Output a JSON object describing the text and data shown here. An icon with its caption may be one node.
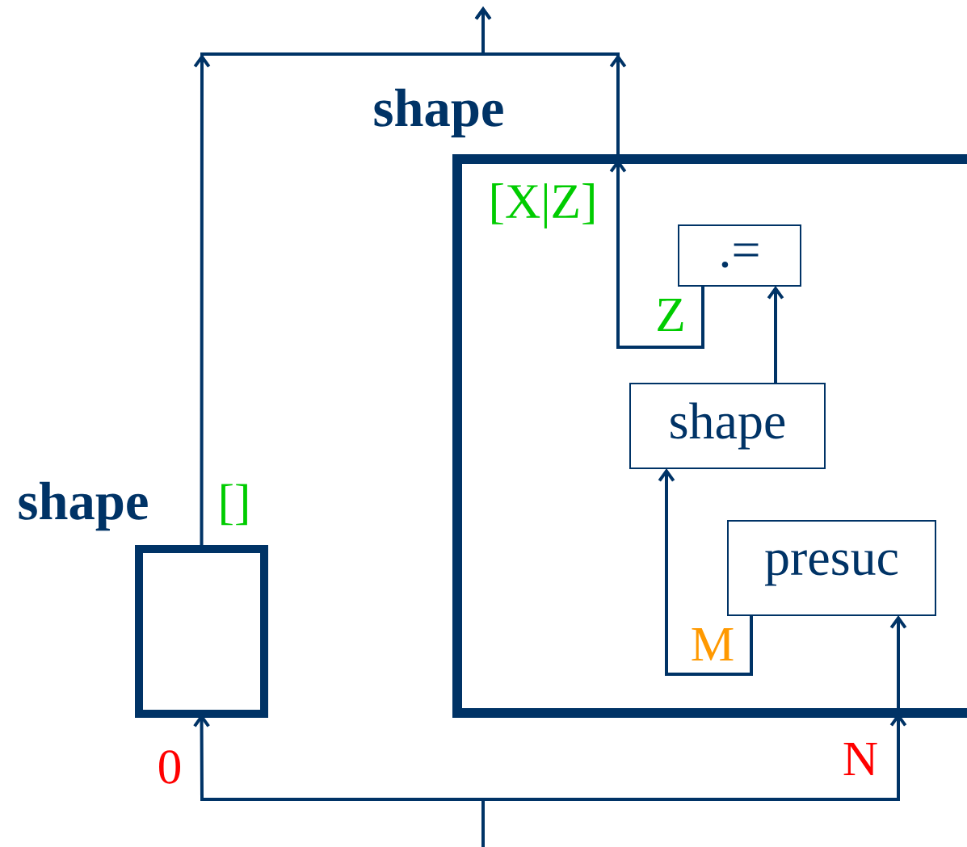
{
  "diagram": {
    "nodes": [
      {
        "text": [
          "shape"
        ]
      },
      {
        "text": [
          "shape"
        ]
      },
      {
        "text": [
          ".="
        ],
        "in": 1
      },
      {
        "text": [
          "shape"
        ],
        "in": 1
      },
      {
        "text": [
          "presuc"
        ],
        "in": 1
      }
    ],
    "edges": [
      {
        "from": null,
        "to": 0,
        "arrow": "to",
        "label": "0"
      },
      {
        "from": null,
        "to": 4,
        "arrow": "to",
        "label": "N"
      },
      {
        "from": 4,
        "to": 3,
        "arrow": "to",
        "label": "M"
      },
      {
        "from": 3,
        "to": 2,
        "arrow": "to"
      },
      {
        "from": 2,
        "to": 1,
        "arrow": "to",
        "label": "Z"
      },
      {
        "from": 0,
        "to": null,
        "arrow": "to",
        "label": "[]"
      },
      {
        "from": 1,
        "to": null,
        "arrow": "to",
        "label": "[X|Z]"
      }
    ]
  }
}
